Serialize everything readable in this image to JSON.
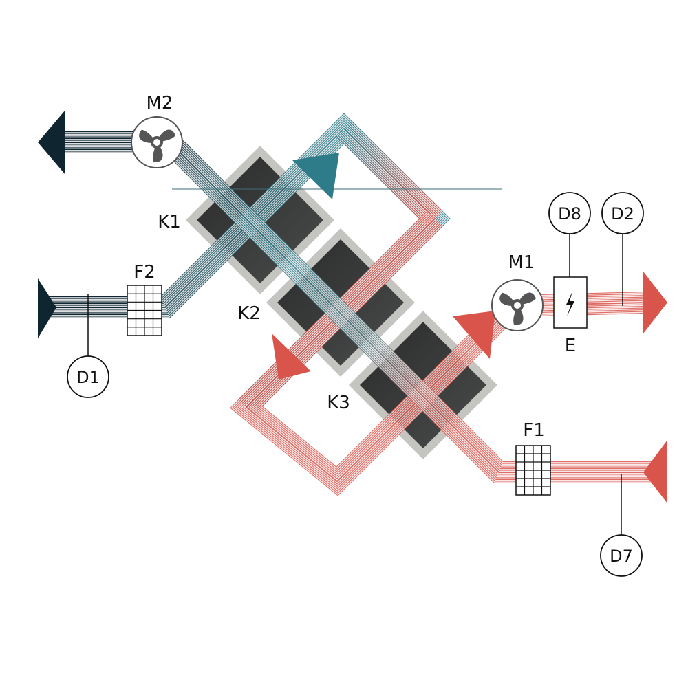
{
  "diagram": {
    "components": {
      "fan_exhaust": "M2",
      "fan_supply": "M1",
      "exchanger_1": "K1",
      "exchanger_2": "K2",
      "exchanger_3": "K3",
      "filter_1": "F1",
      "filter_2": "F2",
      "heater": "E"
    },
    "sensors": {
      "d1": "D1",
      "d2": "D2",
      "d7": "D7",
      "d8": "D8"
    },
    "icons": {
      "fan": "fan-icon",
      "filter": "filter-grid-icon",
      "heater": "lightning-icon"
    },
    "colors": {
      "cold_dark": "#0f2631",
      "cold_teal": "#2e7b8a",
      "warm_red": "#d9554b",
      "exchanger_fill": "#333333",
      "exchanger_border": "#c4c4c0"
    }
  }
}
